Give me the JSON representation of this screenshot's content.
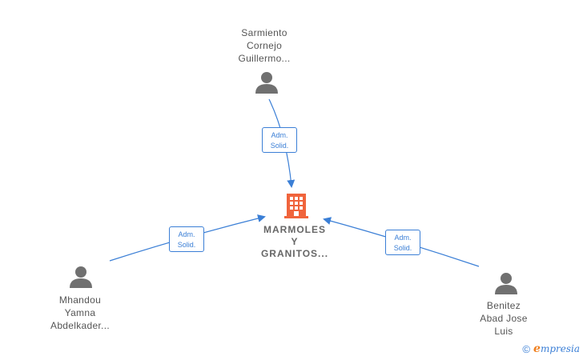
{
  "company": {
    "name_lines": [
      "MARMOLES",
      "Y",
      "GRANITOS..."
    ],
    "icon": "building-icon",
    "icon_color": "#f0643c"
  },
  "persons": [
    {
      "id": "sarmiento",
      "name_lines": [
        "Sarmiento",
        "Cornejo",
        "Guillermo..."
      ],
      "icon": "person-icon"
    },
    {
      "id": "mhandou",
      "name_lines": [
        "Mhandou",
        "Yamna",
        "Abdelkader..."
      ],
      "icon": "person-icon"
    },
    {
      "id": "benitez",
      "name_lines": [
        "Benitez",
        "Abad Jose",
        "Luis"
      ],
      "icon": "person-icon"
    }
  ],
  "relations": [
    {
      "from": "sarmiento",
      "to": "company",
      "label_lines": [
        "Adm.",
        "Solid."
      ]
    },
    {
      "from": "mhandou",
      "to": "company",
      "label_lines": [
        "Adm.",
        "Solid."
      ]
    },
    {
      "from": "benitez",
      "to": "company",
      "label_lines": [
        "Adm.",
        "Solid."
      ]
    }
  ],
  "colors": {
    "edge": "#3b7fd6",
    "person_icon": "#707070",
    "label_text": "#555555"
  },
  "footer": {
    "copyright_symbol": "©",
    "brand_initial": "e",
    "brand_rest": "mpresia"
  }
}
